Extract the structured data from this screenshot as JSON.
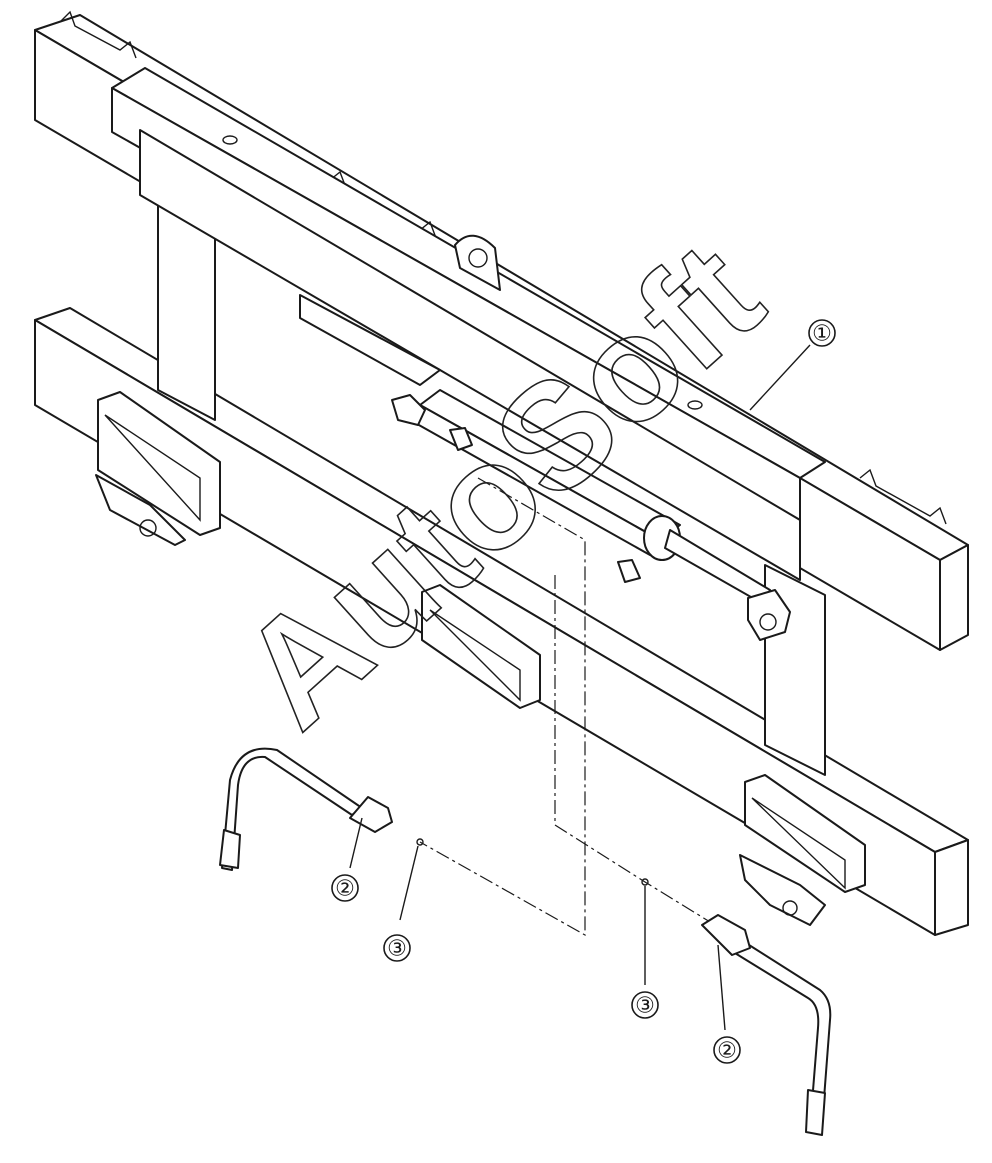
{
  "callouts": {
    "c1": "①",
    "c2a": "②",
    "c3a": "③",
    "c3b": "③",
    "c2b": "②"
  },
  "watermark": "AutoSoft",
  "colors": {
    "line": "#1a1a1a",
    "background": "#ffffff"
  }
}
